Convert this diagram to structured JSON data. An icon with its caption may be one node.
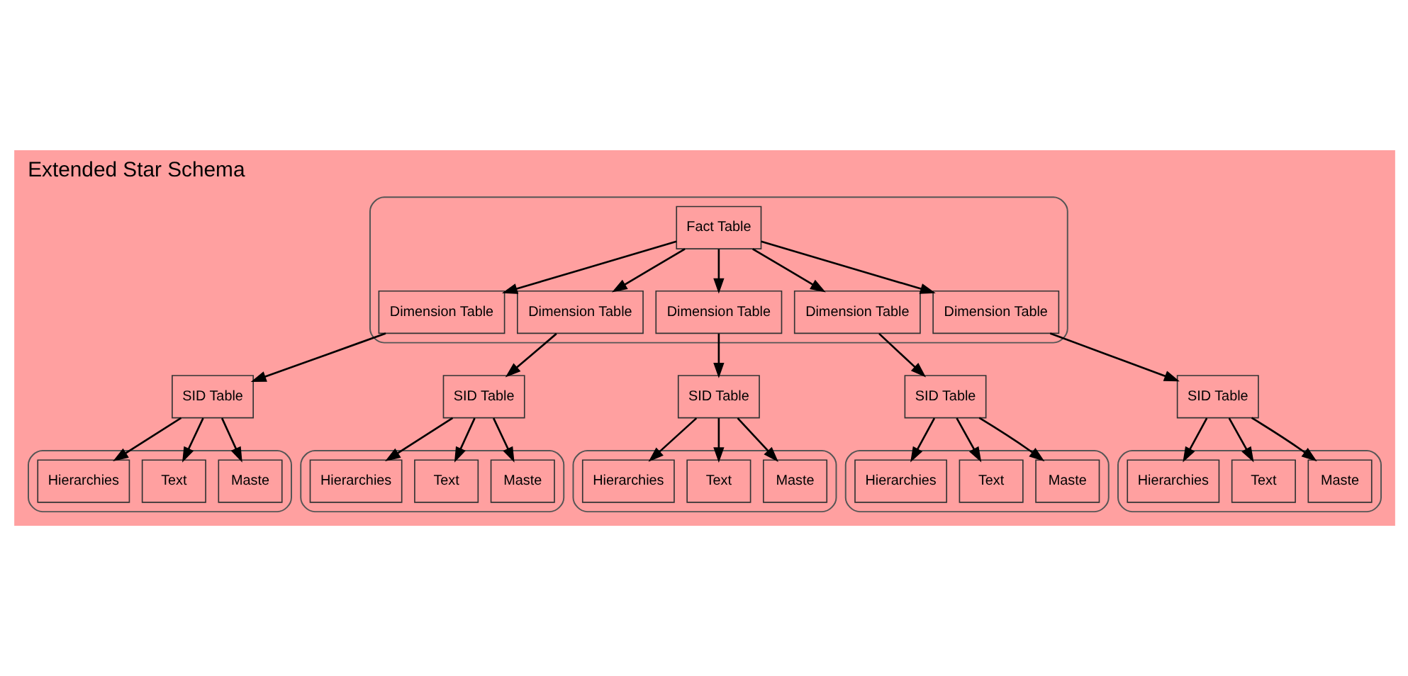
{
  "diagram": {
    "title": "Extended Star Schema",
    "nodes": [
      {
        "text": [],
        "shape": "box"
      },
      {
        "text": [
          "Maste"
        ],
        "in": 0
      },
      {
        "text": [
          "Text"
        ],
        "in": 0
      },
      {
        "text": [
          "Hierarchies"
        ],
        "in": 0
      },
      {
        "text": [
          "SID Table"
        ]
      },
      {
        "text": [],
        "shape": "box"
      },
      {
        "text": [
          "Dimension Table"
        ],
        "in": 5
      },
      {
        "text": [
          "Dimension Table"
        ],
        "in": 5
      },
      {
        "text": [
          "Fact Table"
        ],
        "in": 5
      },
      {
        "text": [
          "Dimension Table"
        ],
        "in": 5
      },
      {
        "text": [
          "Dimension Table"
        ],
        "in": 5
      },
      {
        "text": [
          "Dimension Table"
        ],
        "in": 5
      },
      {
        "text": [],
        "shape": "box"
      },
      {
        "text": [
          "Maste"
        ],
        "in": 12
      },
      {
        "text": [
          "Text"
        ],
        "in": 12
      },
      {
        "text": [
          "Hierarchies"
        ],
        "in": 12
      },
      {
        "text": [
          "SID Table"
        ]
      },
      {
        "text": [
          "SID Table"
        ]
      },
      {
        "text": [],
        "shape": "box"
      },
      {
        "text": [
          "Maste"
        ],
        "in": 18
      },
      {
        "text": [
          "Text"
        ],
        "in": 18
      },
      {
        "text": [
          "Hierarchies"
        ],
        "in": 18
      },
      {
        "text": [],
        "shape": "box"
      },
      {
        "text": [
          "Maste"
        ],
        "in": 22
      },
      {
        "text": [
          "Text"
        ],
        "in": 22
      },
      {
        "text": [
          "Hierarchies"
        ],
        "in": 22
      },
      {
        "text": [
          "SID Table"
        ]
      },
      {
        "text": [
          "SID Table"
        ]
      },
      {
        "text": [],
        "shape": "box"
      },
      {
        "text": [
          "Maste"
        ],
        "in": 28
      },
      {
        "text": [
          "Text"
        ],
        "in": 28
      },
      {
        "text": [
          "Hierarchies"
        ],
        "in": 28
      }
    ],
    "edges": [
      {
        "from": 8,
        "to": 6,
        "arrow": "to"
      },
      {
        "from": 8,
        "to": 7,
        "arrow": "to"
      },
      {
        "from": 8,
        "to": 9,
        "arrow": "to"
      },
      {
        "from": 8,
        "to": 10,
        "arrow": "to"
      },
      {
        "from": 8,
        "to": 11,
        "arrow": "to"
      },
      {
        "from": 6,
        "to": 4,
        "arrow": "to"
      },
      {
        "from": 7,
        "to": 16,
        "arrow": "to"
      },
      {
        "from": 10,
        "to": 17,
        "arrow": "to"
      },
      {
        "from": 9,
        "to": 26,
        "arrow": "to"
      },
      {
        "from": 11,
        "to": 27,
        "arrow": "to"
      },
      {
        "from": 4,
        "to": 1,
        "arrow": "to"
      },
      {
        "from": 4,
        "to": 2,
        "arrow": "to"
      },
      {
        "from": 4,
        "to": 3,
        "arrow": "to"
      },
      {
        "from": 16,
        "to": 13,
        "arrow": "to"
      },
      {
        "from": 16,
        "to": 14,
        "arrow": "to"
      },
      {
        "from": 16,
        "to": 15,
        "arrow": "to"
      },
      {
        "from": 17,
        "to": 19,
        "arrow": "to"
      },
      {
        "from": 17,
        "to": 20,
        "arrow": "to"
      },
      {
        "from": 17,
        "to": 21,
        "arrow": "to"
      },
      {
        "from": 26,
        "to": 23,
        "arrow": "to"
      },
      {
        "from": 26,
        "to": 24,
        "arrow": "to"
      },
      {
        "from": 26,
        "to": 25,
        "arrow": "to"
      },
      {
        "from": 27,
        "to": 29,
        "arrow": "to"
      },
      {
        "from": 27,
        "to": 30,
        "arrow": "to"
      },
      {
        "from": 27,
        "to": 31,
        "arrow": "to"
      }
    ]
  }
}
